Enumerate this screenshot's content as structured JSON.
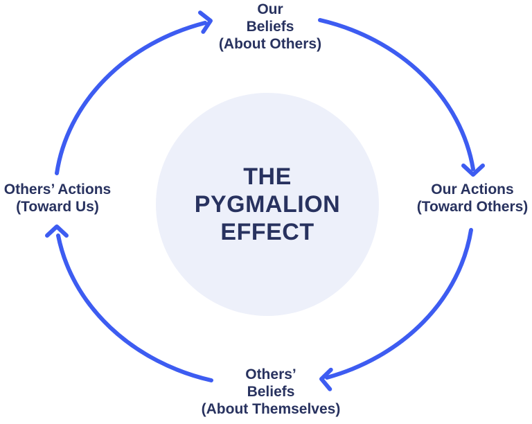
{
  "title": {
    "lines": [
      "THE",
      "PYGMALION",
      "EFFECT"
    ]
  },
  "labels": {
    "top": {
      "lines": [
        "Our",
        "Beliefs",
        "(About Others)"
      ]
    },
    "right": {
      "lines": [
        "Our Actions",
        "(Toward Others)"
      ]
    },
    "bottom": {
      "lines": [
        "Others’",
        "Beliefs",
        "(About Themselves)"
      ]
    },
    "left": {
      "lines": [
        "Others’ Actions",
        "(Toward Us)"
      ]
    }
  },
  "arrows": [
    {
      "name": "left-to-top",
      "from": "Others’ Actions (Toward Us)",
      "to": "Our Beliefs (About Others)"
    },
    {
      "name": "top-to-right",
      "from": "Our Beliefs (About Others)",
      "to": "Our Actions (Toward Others)"
    },
    {
      "name": "right-to-bottom",
      "from": "Our Actions (Toward Others)",
      "to": "Others’ Beliefs (About Themselves)"
    },
    {
      "name": "bottom-to-left",
      "from": "Others’ Beliefs (About Themselves)",
      "to": "Others’ Actions (Toward Us)"
    }
  ],
  "colors": {
    "arrow": "#3D5CF1",
    "text": "#28325F",
    "circle_fill": "#EDF0FA",
    "background": "#FFFFFF"
  }
}
